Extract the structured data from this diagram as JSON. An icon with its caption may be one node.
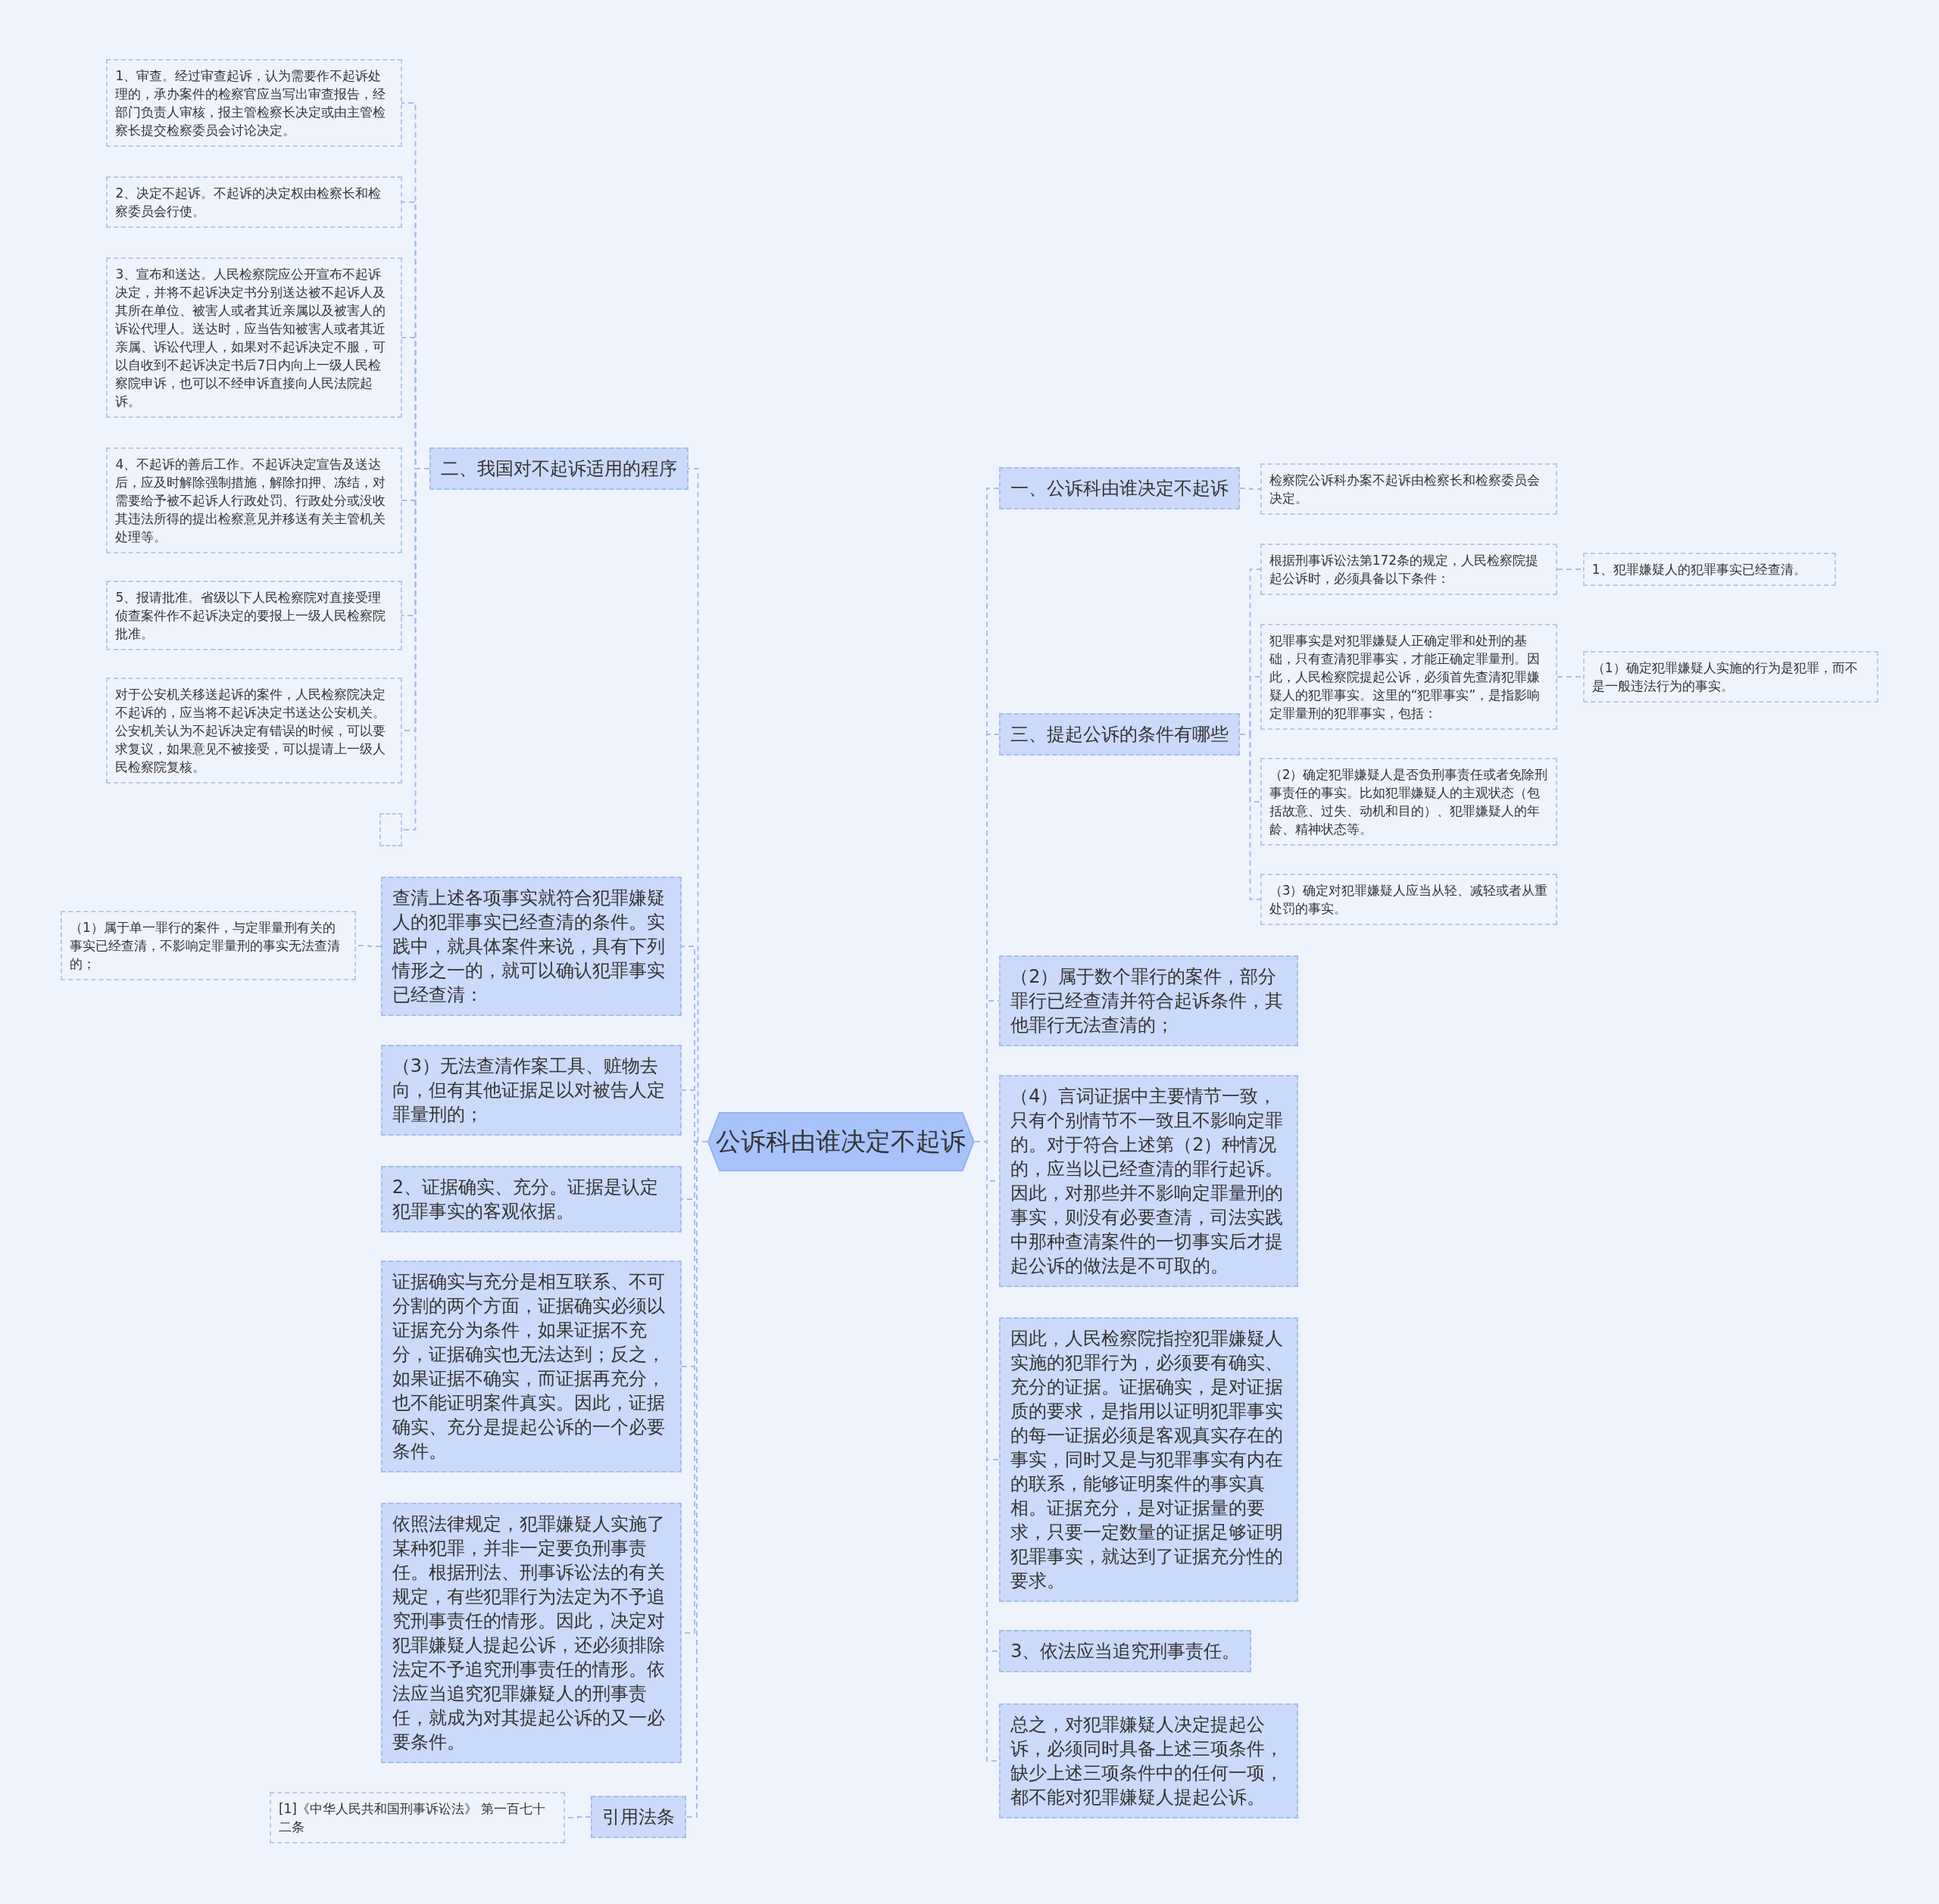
{
  "diagram": {
    "nodes": [
      {
        "text": [
          "公诉科由谁决定不起诉"
        ]
      },
      {
        "text": [
          "二、我国对不起诉适用的程序"
        ]
      },
      {
        "text": [
          "1、审查。经过审查起诉，认为需要作不起诉处理的，承办案件的检察官应当写出审查报告，经部门负责人审核，报主管检察长决定或由主管检察长提交检察委员会讨论决定。"
        ]
      },
      {
        "text": [
          "2、决定不起诉。不起诉的决定权由检察长和检察委员会行使。"
        ]
      },
      {
        "text": [
          "3、宣布和送达。人民检察院应公开宣布不起诉决定，并将不起诉决定书分别送达被不起诉人及其所在单位、被害人或者其近亲属以及被害人的诉讼代理人。送达时，应当告知被害人或者其近亲属、诉讼代理人，如果对不起诉决定不服，可以自收到不起诉决定书后7日内向上一级人民检察院申诉，也可以不经申诉直接向人民法院起诉。"
        ]
      },
      {
        "text": [
          "4、不起诉的善后工作。不起诉决定宣告及送达后，应及时解除强制措施，解除扣押、冻结，对需要给予被不起诉人行政处罚、行政处分或没收其违法所得的提出检察意见并移送有关主管机关处理等。"
        ]
      },
      {
        "text": [
          "5、报请批准。省级以下人民检察院对直接受理侦查案件作不起诉决定的要报上一级人民检察院批准。"
        ]
      },
      {
        "text": [
          "对于公安机关移送起诉的案件，人民检察院决定不起诉的，应当将不起诉决定书送达公安机关。公安机关认为不起诉决定有错误的时候，可以要求复议，如果意见不被接受，可以提请上一级人民检察院复核。"
        ]
      },
      {
        "text": [],
        "shape": "box"
      },
      {
        "text": [
          "查清上述各项事实就符合犯罪嫌疑人的犯罪事实已经查清的条件。实践中，就具体案件来说，具有下列情形之一的，就可以确认犯罪事实已经查清："
        ]
      },
      {
        "text": [
          "（1）属于单一罪行的案件，与定罪量刑有关的事实已经查清，不影响定罪量刑的事实无法查清的；"
        ]
      },
      {
        "text": [
          "（3）无法查清作案工具、赃物去向，但有其他证据足以对被告人定罪量刑的；"
        ]
      },
      {
        "text": [
          "2、证据确实、充分。证据是认定犯罪事实的客观依据。"
        ]
      },
      {
        "text": [
          "证据确实与充分是相互联系、不可分割的两个方面，证据确实必须以证据充分为条件，如果证据不充分，证据确实也无法达到；反之，如果证据不确实，而证据再充分，也不能证明案件真实。因此，证据确实、充分是提起公诉的一个必要条件。"
        ]
      },
      {
        "text": [
          "依照法律规定，犯罪嫌疑人实施了某种犯罪，并非一定要负刑事责任。根据刑法、刑事诉讼法的有关规定，有些犯罪行为法定为不予追究刑事责任的情形。因此，决定对犯罪嫌疑人提起公诉，还必须排除法定不予追究刑事责任的情形。依法应当追究犯罪嫌疑人的刑事责任，就成为对其提起公诉的又一必要条件。"
        ]
      },
      {
        "text": [
          "引用法条"
        ]
      },
      {
        "text": [
          "[1]《中华人民共和国刑事诉讼法》 第一百七十二条"
        ]
      },
      {
        "text": [
          "一、公诉科由谁决定不起诉"
        ]
      },
      {
        "text": [
          "检察院公诉科办案不起诉由检察长和检察委员会决定。"
        ]
      },
      {
        "text": [
          "三、提起公诉的条件有哪些"
        ]
      },
      {
        "text": [
          "根据刑事诉讼法第172条的规定，人民检察院提起公诉时，必须具备以下条件："
        ]
      },
      {
        "text": [
          "1、犯罪嫌疑人的犯罪事实已经查清。"
        ]
      },
      {
        "text": [
          "犯罪事实是对犯罪嫌疑人正确定罪和处刑的基础，只有查清犯罪事实，才能正确定罪量刑。因此，人民检察院提起公诉，必须首先查清犯罪嫌疑人的犯罪事实。这里的“犯罪事实”，是指影响定罪量刑的犯罪事实，包括："
        ]
      },
      {
        "text": [
          "（1）确定犯罪嫌疑人实施的行为是犯罪，而不是一般违法行为的事实。"
        ]
      },
      {
        "text": [
          "（2）确定犯罪嫌疑人是否负刑事责任或者免除刑事责任的事实。比如犯罪嫌疑人的主观状态（包括故意、过失、动机和目的）、犯罪嫌疑人的年龄、精神状态等。"
        ]
      },
      {
        "text": [
          "（3）确定对犯罪嫌疑人应当从轻、减轻或者从重处罚的事实。"
        ]
      },
      {
        "text": [
          "（2）属于数个罪行的案件，部分罪行已经查清并符合起诉条件，其他罪行无法查清的；"
        ]
      },
      {
        "text": [
          "（4）言词证据中主要情节一致，只有个别情节不一致且不影响定罪的。对于符合上述第（2）种情况的，应当以已经查清的罪行起诉。因此，对那些并不影响定罪量刑的事实，则没有必要查清，司法实践中那种查清案件的一切事实后才提起公诉的做法是不可取的。"
        ]
      },
      {
        "text": [
          "因此，人民检察院指控犯罪嫌疑人实施的犯罪行为，必须要有确实、充分的证据。证据确实，是对证据质的要求，是指用以证明犯罪事实的每一证据必须是客观真实存在的事实，同时又是与犯罪事实有内在的联系，能够证明案件的事实真相。证据充分，是对证据量的要求，只要一定数量的证据足够证明犯罪事实，就达到了证据充分性的要求。"
        ]
      },
      {
        "text": [
          "3、依法应当追究刑事责任。"
        ]
      },
      {
        "text": [
          "总之，对犯罪嫌疑人决定提起公诉，必须同时具备上述三项条件，缺少上述三项条件中的任何一项，都不能对犯罪嫌疑人提起公诉。"
        ]
      }
    ],
    "edges": [
      {
        "from": 0,
        "to": 1,
        "arrow": "none"
      },
      {
        "from": 1,
        "to": 2,
        "arrow": "none"
      },
      {
        "from": 1,
        "to": 3,
        "arrow": "none"
      },
      {
        "from": 1,
        "to": 4,
        "arrow": "none"
      },
      {
        "from": 1,
        "to": 5,
        "arrow": "none"
      },
      {
        "from": 1,
        "to": 6,
        "arrow": "none"
      },
      {
        "from": 1,
        "to": 7,
        "arrow": "none"
      },
      {
        "from": 1,
        "to": 8,
        "arrow": "none"
      },
      {
        "from": 0,
        "to": 9,
        "arrow": "none"
      },
      {
        "from": 9,
        "to": 10,
        "arrow": "none"
      },
      {
        "from": 0,
        "to": 11,
        "arrow": "none"
      },
      {
        "from": 0,
        "to": 12,
        "arrow": "none"
      },
      {
        "from": 0,
        "to": 13,
        "arrow": "none"
      },
      {
        "from": 0,
        "to": 14,
        "arrow": "none"
      },
      {
        "from": 0,
        "to": 15,
        "arrow": "none"
      },
      {
        "from": 15,
        "to": 16,
        "arrow": "none"
      },
      {
        "from": 0,
        "to": 17,
        "arrow": "none"
      },
      {
        "from": 17,
        "to": 18,
        "arrow": "none"
      },
      {
        "from": 0,
        "to": 19,
        "arrow": "none"
      },
      {
        "from": 19,
        "to": 20,
        "arrow": "none"
      },
      {
        "from": 20,
        "to": 21,
        "arrow": "none"
      },
      {
        "from": 19,
        "to": 22,
        "arrow": "none"
      },
      {
        "from": 22,
        "to": 23,
        "arrow": "none"
      },
      {
        "from": 19,
        "to": 24,
        "arrow": "none"
      },
      {
        "from": 19,
        "to": 25,
        "arrow": "none"
      },
      {
        "from": 0,
        "to": 26,
        "arrow": "none"
      },
      {
        "from": 0,
        "to": 27,
        "arrow": "none"
      },
      {
        "from": 0,
        "to": 28,
        "arrow": "none"
      },
      {
        "from": 0,
        "to": 29,
        "arrow": "none"
      },
      {
        "from": 0,
        "to": 30,
        "arrow": "none"
      }
    ]
  }
}
